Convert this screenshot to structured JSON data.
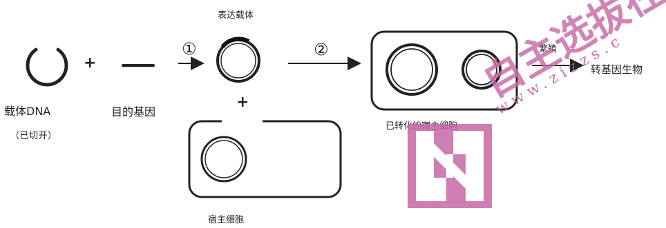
{
  "title": "表达载体",
  "labels": {
    "vector_dna": "载体DNA",
    "vector_dna_note": "（已切开）",
    "target_gene": "目的基因",
    "expression_vector": "表达载体",
    "host_cell": "宿主细胞",
    "transformed_host_cell": "已转化的宿主细胞",
    "reproduce": "繁殖",
    "transgenic_organism": "转基因生物"
  },
  "symbols": {
    "plus_1": "+",
    "plus_2": "+",
    "step_1": "①",
    "step_2": "②"
  },
  "watermark": {
    "brand": "自主选拔在",
    "url": "www.zizzs.c"
  },
  "colors": {
    "stroke": "#222222",
    "watermark": "#c86aa7"
  }
}
